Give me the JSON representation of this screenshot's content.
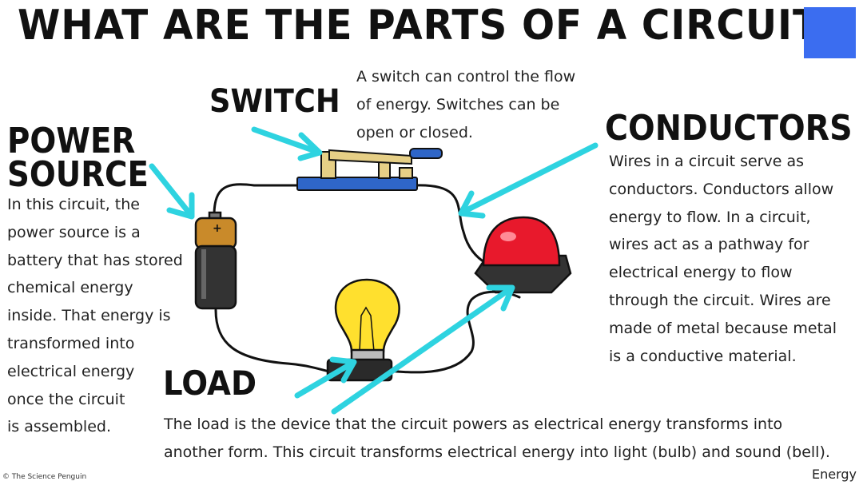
{
  "title": "WHAT ARE THE PARTS OF A CIRCUIT?",
  "headings": {
    "switch": "SWITCH",
    "power_source": [
      "POWER",
      "SOURCE"
    ],
    "conductors": "CONDUCTORS",
    "load": "LOAD"
  },
  "descriptions": {
    "switch": [
      "A switch can control the flow",
      "of energy. Switches can be",
      "open or closed."
    ],
    "power_source": [
      "In this circuit, the",
      "power source is a",
      "battery that has stored",
      "chemical energy",
      "inside. That energy is",
      "transformed into",
      "electrical energy",
      "once the circuit",
      "is assembled."
    ],
    "conductors": [
      "Wires in a circuit serve as",
      "conductors. Conductors allow",
      "energy to flow. In a circuit,",
      "wires act as a pathway for",
      "electrical energy to flow",
      "through the circuit. Wires are",
      "made of metal because metal",
      "is a conductive material."
    ],
    "load": [
      "The load is the device that the circuit powers as electrical energy transforms into",
      "another form. This circuit transforms electrical energy into light (bulb) and sound (bell)."
    ]
  },
  "battery_label": "+",
  "footer": {
    "copyright": "© The Science Penguin",
    "topic": "Energy"
  },
  "colors": {
    "accent_square": "#3b6df0",
    "arrow": "#2ed3e0",
    "bell_red": "#e8192c",
    "battery_gold": "#c98a2a",
    "bulb_yellow": "#ffe02e",
    "switch_blue": "#2f66c8"
  }
}
